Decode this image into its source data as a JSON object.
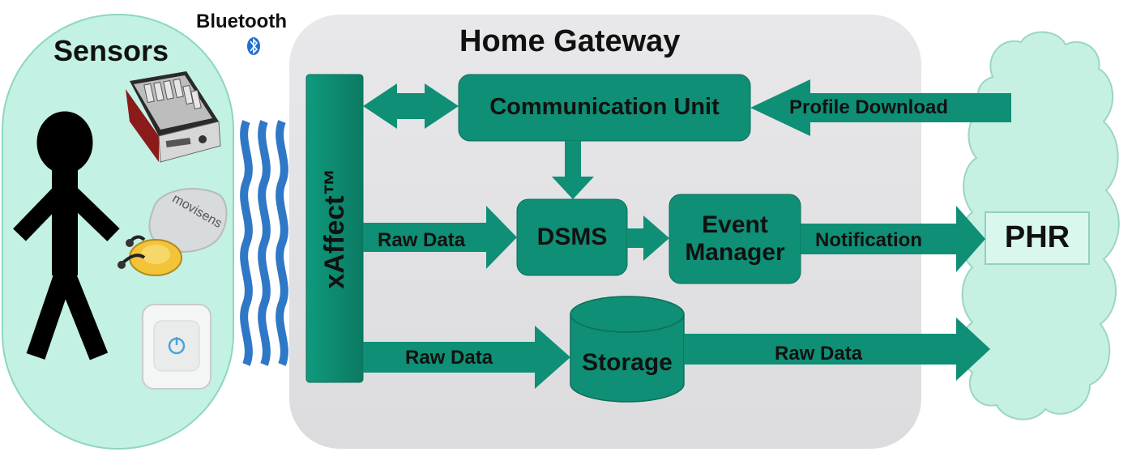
{
  "sensors": {
    "title": "Sensors",
    "bluetooth_label": "Bluetooth",
    "device_brand": "movisens"
  },
  "gateway": {
    "title": "Home Gateway",
    "xaffect_label": "xAffect™",
    "communication_unit": "Communication Unit",
    "dsms": "DSMS",
    "event_manager_line1": "Event",
    "event_manager_line2": "Manager",
    "storage": "Storage"
  },
  "arrows": {
    "profile_download": "Profile Download",
    "raw_data_to_dsms": "Raw Data",
    "notification": "Notification",
    "raw_data_to_storage": "Raw Data",
    "raw_data_to_cloud": "Raw Data"
  },
  "cloud": {
    "phr": "PHR"
  },
  "colors": {
    "teal_fill": "#0f8f75",
    "teal_dark": "#0b6e59",
    "sensor_panel": "#c3f1e3",
    "gateway_panel": "#e3e3e5",
    "cloud_fill": "#c6f0e2",
    "bluetooth_wave": "#2e78c7"
  }
}
